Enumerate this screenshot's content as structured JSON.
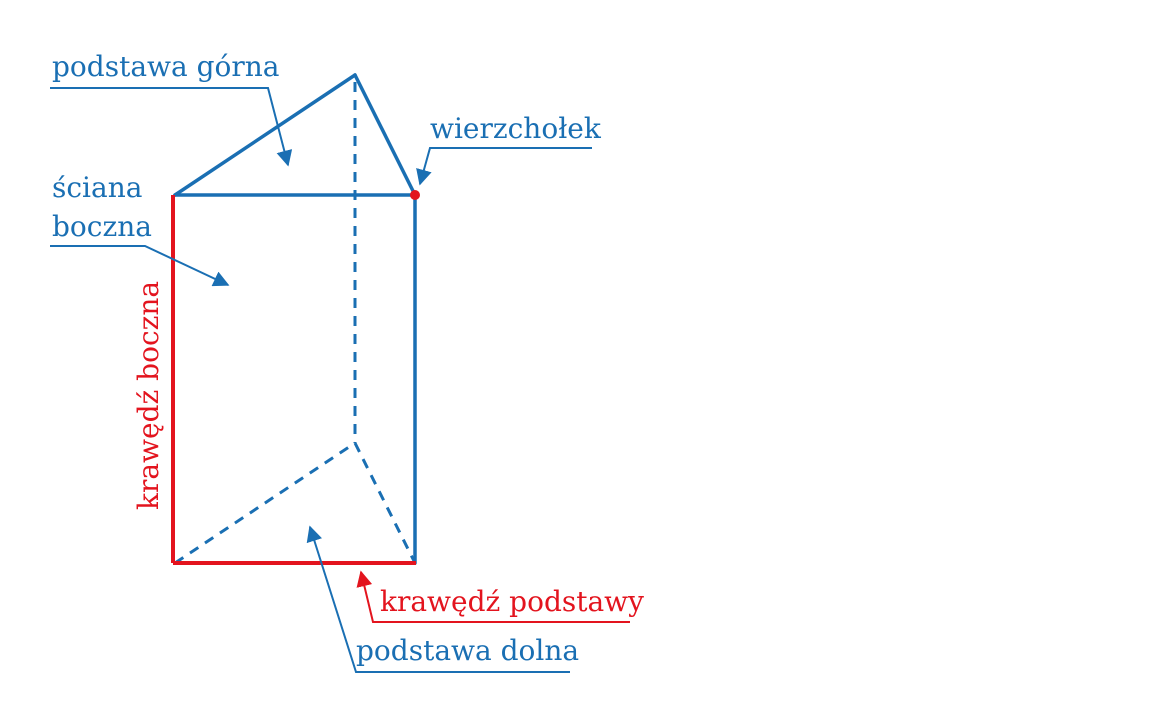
{
  "colors": {
    "blue": "#1a6fb3",
    "red": "#e3141e",
    "background": "#ffffff"
  },
  "labels": {
    "top_base": "podstawa górna",
    "vertex": "wierzchołek",
    "face_line1": "ściana",
    "face_line2": "boczna",
    "lateral_edge": "krawędź boczna",
    "base_edge": "krawędź podstawy",
    "bottom_base": "podstawa dolna"
  }
}
